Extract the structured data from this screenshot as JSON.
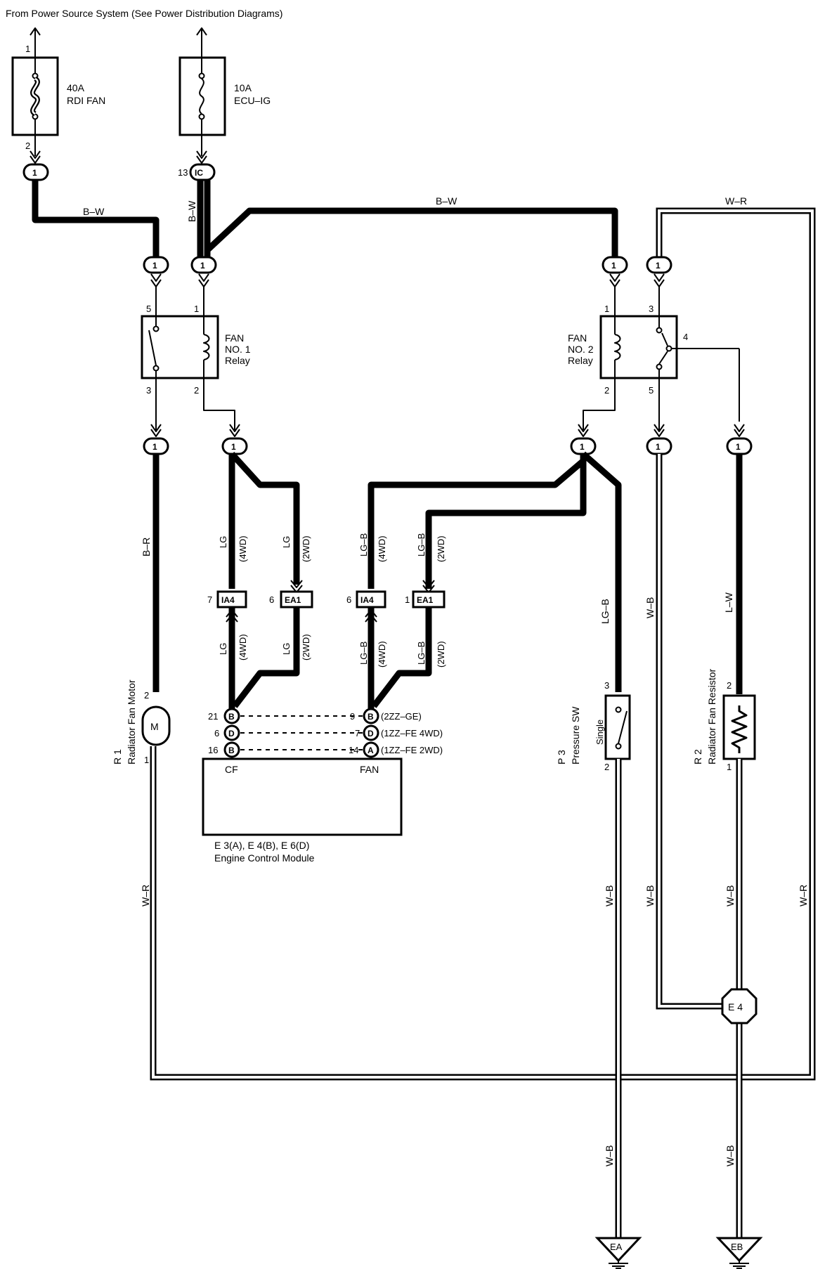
{
  "header": {
    "source_text": "From Power Source System (See Power Distribution Diagrams)"
  },
  "fuses": [
    {
      "rating": "40A",
      "name": "RDI FAN",
      "pin_top": "1",
      "pin_bottom": "2"
    },
    {
      "rating": "10A",
      "name": "ECU–IG"
    }
  ],
  "junctions": {
    "j1": "1",
    "ic": "IC",
    "ic_pin": "13"
  },
  "wire_colors": {
    "b_w_top": "B–W",
    "b_w_vert": "B–W",
    "b_w_main": "B–W",
    "w_r_top": "W–R",
    "b_r": "B–R",
    "lg_4wd_up": "LG",
    "lg_4wd_up_tag": "(4WD)",
    "lg_2wd_up": "LG",
    "lg_2wd_up_tag": "(2WD)",
    "lgb_4wd_up": "LG–B",
    "lgb_4wd_up_tag": "(4WD)",
    "lgb_2wd_up": "LG–B",
    "lgb_2wd_up_tag": "(2WD)",
    "lg_4wd_low": "LG",
    "lg_4wd_low_tag": "(4WD)",
    "lg_2wd_low": "LG",
    "lg_2wd_low_tag": "(2WD)",
    "lgb_4wd_low": "LG–B",
    "lgb_4wd_low_tag": "(4WD)",
    "lgb_2wd_low": "LG–B",
    "lgb_2wd_low_tag": "(2WD)",
    "lgb_sw": "LG–B",
    "w_b_left": "W–B",
    "l_w": "L–W",
    "w_r_motor": "W–R",
    "w_b_sw": "W–B",
    "w_b_left_low": "W–B",
    "w_b_res": "W–B",
    "w_r_right": "W–R",
    "w_b_ea": "W–B",
    "w_b_eb": "W–B"
  },
  "relays": [
    {
      "name": "FAN",
      "name2": "NO. 1",
      "name3": "Relay",
      "pins": [
        "5",
        "1",
        "3",
        "2"
      ]
    },
    {
      "name": "FAN",
      "name2": "NO. 2",
      "name3": "Relay",
      "pins": [
        "1",
        "3",
        "4",
        "2",
        "5"
      ]
    }
  ],
  "connectors": {
    "ia4": "IA4",
    "ea1": "EA1",
    "pin_7": "7",
    "pin_6a": "6",
    "pin_6b": "6",
    "pin_1": "1"
  },
  "ecm": {
    "pins": [
      {
        "left_pin": "21",
        "left_conn": "B",
        "right_pin": "9",
        "right_conn": "B",
        "note": "(2ZZ–GE)"
      },
      {
        "left_pin": "6",
        "left_conn": "D",
        "right_pin": "7",
        "right_conn": "D",
        "note": "(1ZZ–FE 4WD)"
      },
      {
        "left_pin": "16",
        "left_conn": "B",
        "right_pin": "14",
        "right_conn": "A",
        "note": "(1ZZ–FE 2WD)"
      }
    ],
    "label_cf": "CF",
    "label_fan": "FAN",
    "caption1": "E 3(A), E 4(B), E 6(D)",
    "caption2": "Engine Control Module"
  },
  "components": {
    "motor_symbol": "M",
    "motor_code": "R 1",
    "motor_name": "Radiator Fan Motor",
    "motor_pin_top": "2",
    "motor_pin_bottom": "1",
    "sw_code": "P 3",
    "sw_name": "Pressure SW",
    "sw_inner": "Single",
    "sw_pin_top": "3",
    "sw_pin_bottom": "2",
    "res_code": "R 2",
    "res_name": "Radiator Fan Resistor",
    "res_pin_top": "2",
    "res_pin_bottom": "1"
  },
  "grounds": {
    "e4": "E 4",
    "ea": "EA",
    "eb": "EB"
  }
}
